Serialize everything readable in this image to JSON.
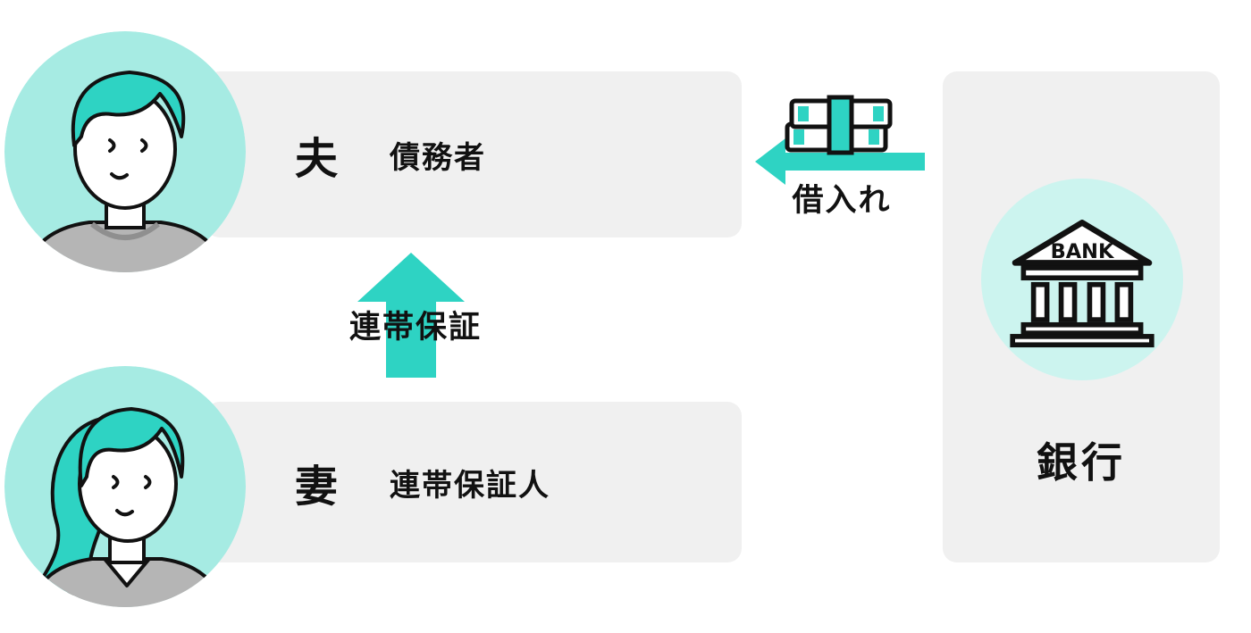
{
  "husband": {
    "name": "夫",
    "role": "債務者"
  },
  "wife": {
    "name": "妻",
    "role": "連帯保証人"
  },
  "bank": {
    "label": "銀行",
    "icon_text": "BANK"
  },
  "arrows": {
    "guarantee": "連帯保証",
    "loan": "借入れ"
  },
  "colors": {
    "accent_teal": "#2ed3c3",
    "avatar_bg": "#a6ebe3",
    "bank_circle_bg": "#ccf4ef",
    "card_gray": "#f0f0f0",
    "outline": "#111111",
    "shirt_gray": "#b5b5b5"
  },
  "icons": [
    "husband-avatar",
    "wife-avatar",
    "up-arrow-icon",
    "left-arrow-icon",
    "money-stack-icon",
    "bank-building-icon"
  ]
}
